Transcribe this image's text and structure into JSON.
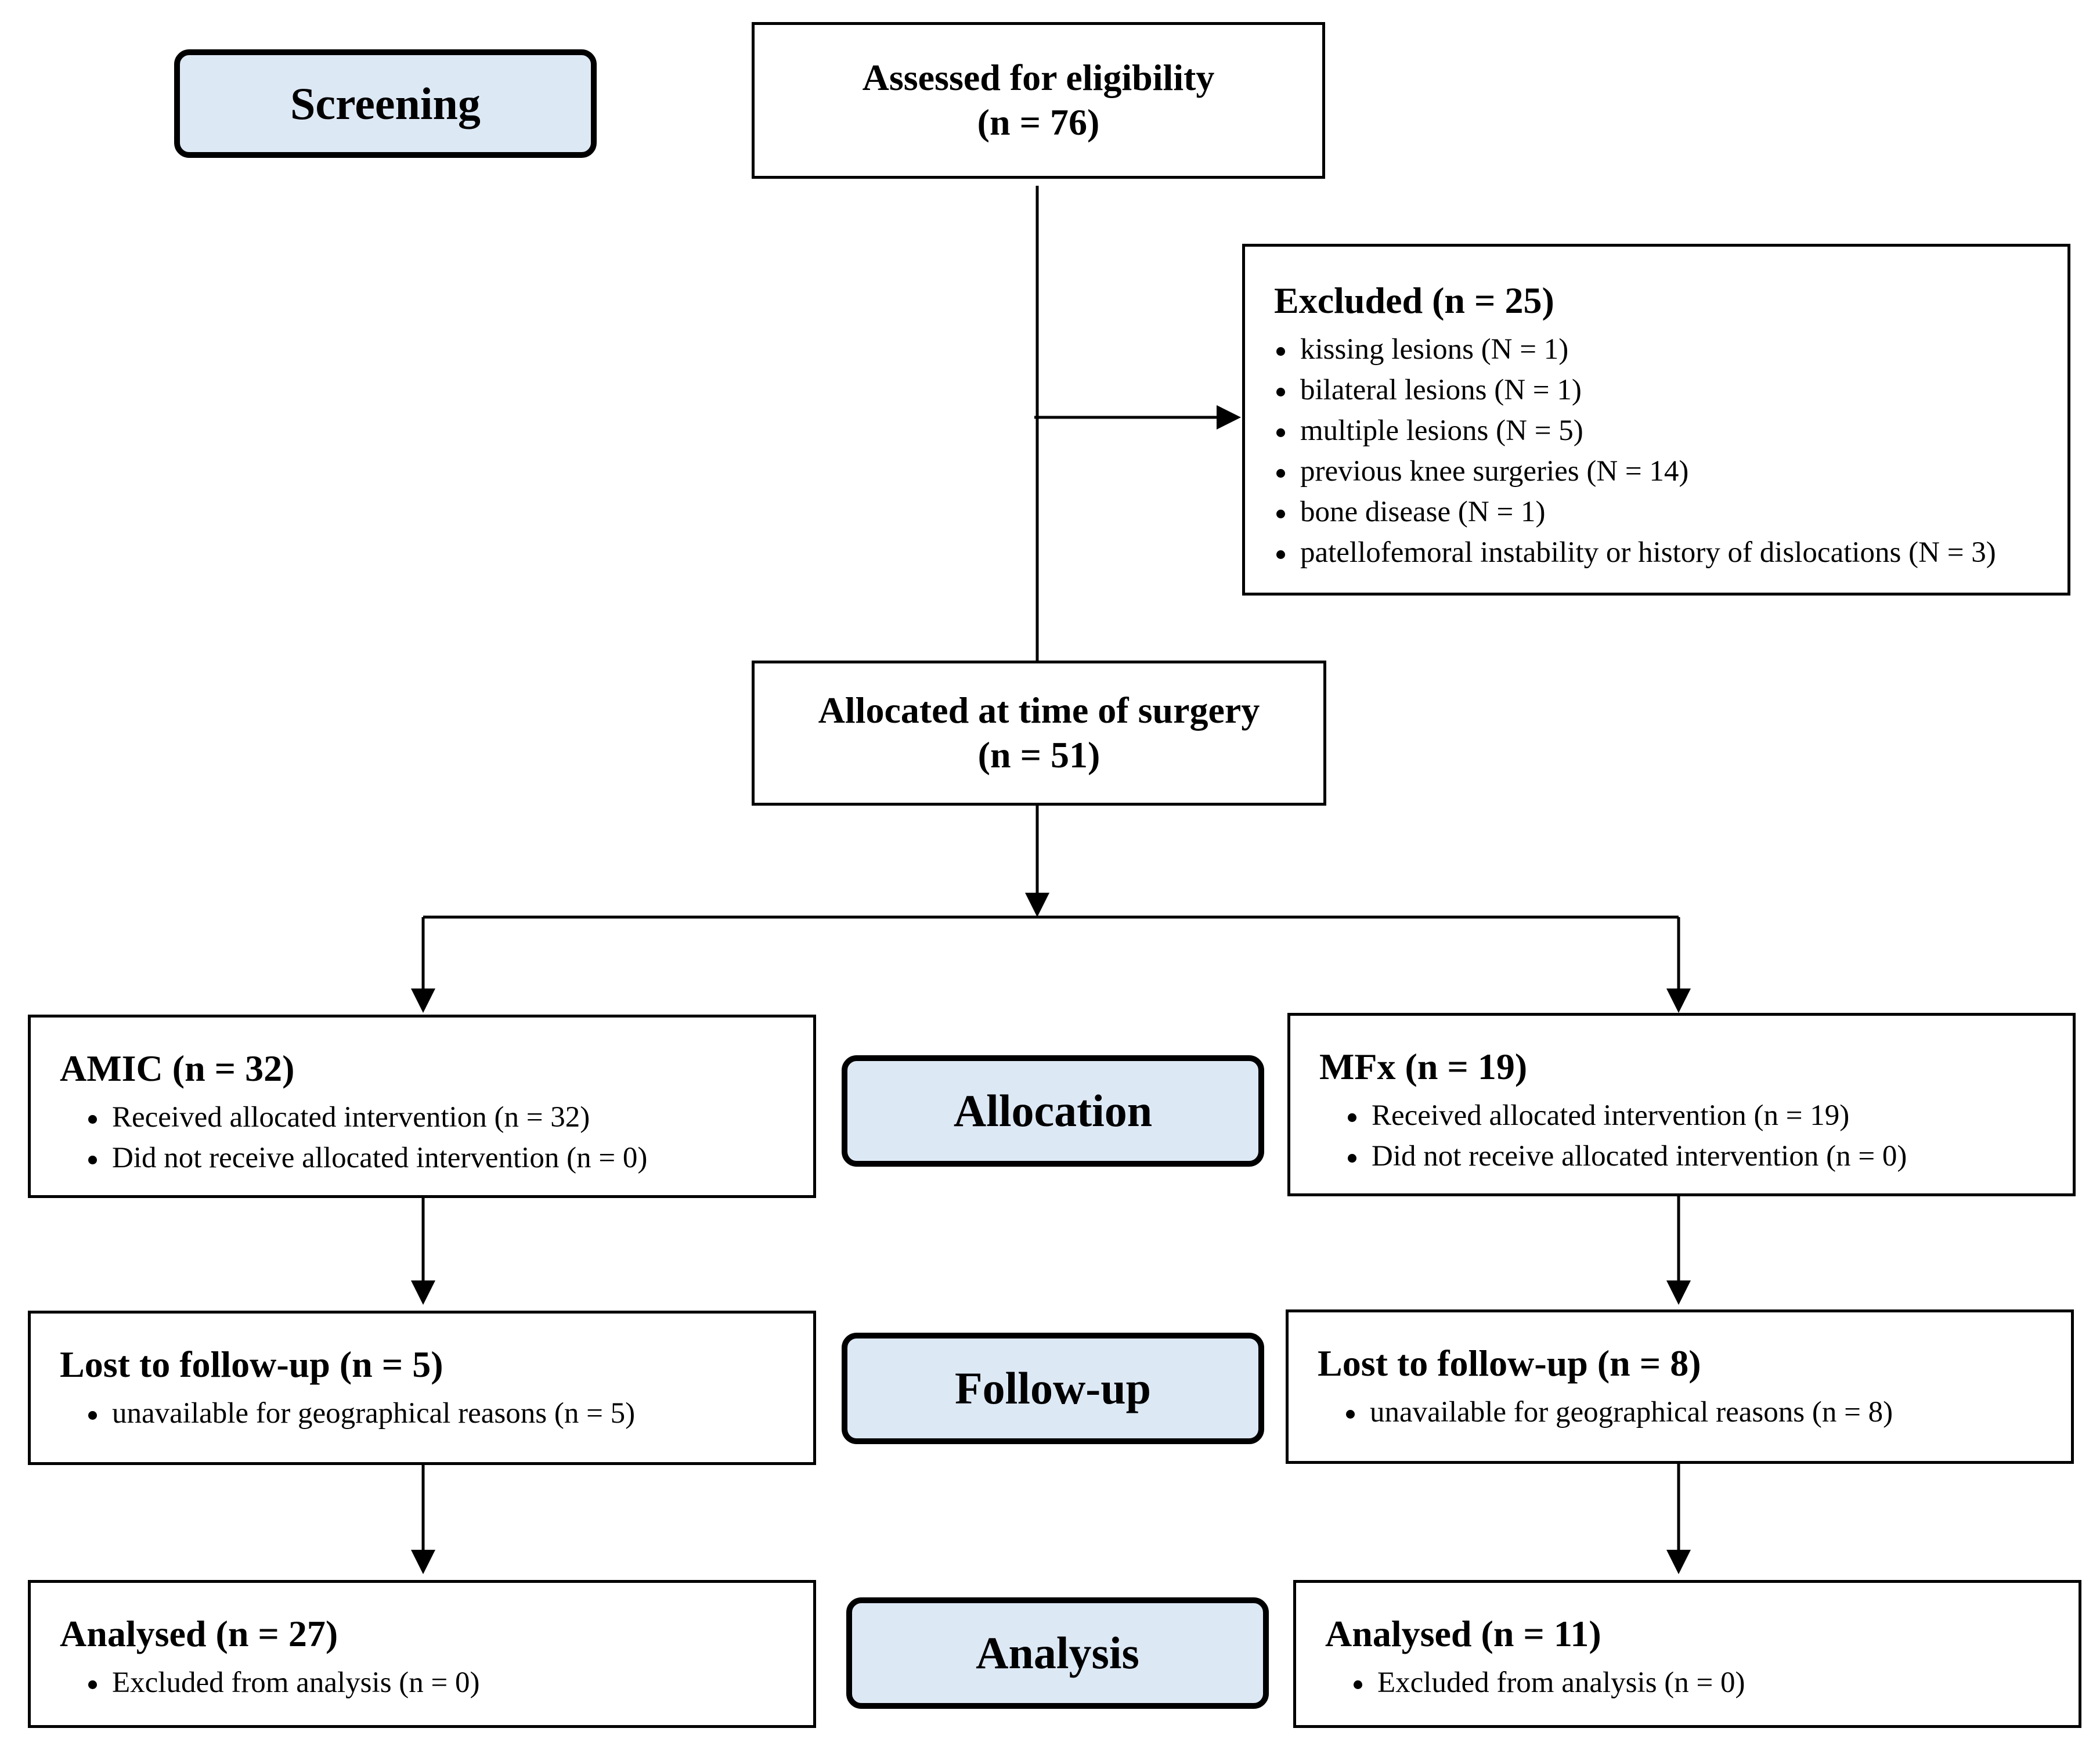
{
  "stages": {
    "screening": "Screening",
    "allocation": "Allocation",
    "follow_up": "Follow-up",
    "analysis": "Analysis"
  },
  "assessed": {
    "title": "Assessed for eligibility",
    "count": "(n = 76)"
  },
  "excluded": {
    "title": "Excluded (n = 25)",
    "items": [
      "kissing lesions (N = 1)",
      "bilateral lesions (N = 1)",
      "multiple lesions (N = 5)",
      "previous knee surgeries (N = 14)",
      "bone disease (N = 1)",
      "patellofemoral instability or history of dislocations (N = 3)"
    ]
  },
  "allocated": {
    "title": "Allocated at time of surgery",
    "count": "(n = 51)"
  },
  "amic": {
    "allocation": {
      "title": "AMIC (n = 32)",
      "items": [
        "Received allocated intervention (n = 32)",
        "Did not receive allocated intervention (n = 0)"
      ]
    },
    "follow_up": {
      "title": "Lost to follow-up (n = 5)",
      "items": [
        "unavailable for geographical reasons (n = 5)"
      ]
    },
    "analysis": {
      "title": "Analysed (n = 27)",
      "items": [
        "Excluded from analysis (n = 0)"
      ]
    }
  },
  "mfx": {
    "allocation": {
      "title": "MFx (n = 19)",
      "items": [
        "Received allocated intervention (n = 19)",
        "Did not receive allocated intervention (n = 0)"
      ]
    },
    "follow_up": {
      "title": "Lost to follow-up (n = 8)",
      "items": [
        "unavailable for geographical reasons (n = 8)"
      ]
    },
    "analysis": {
      "title": "Analysed (n = 11)",
      "items": [
        "Excluded from analysis (n = 0)"
      ]
    }
  }
}
